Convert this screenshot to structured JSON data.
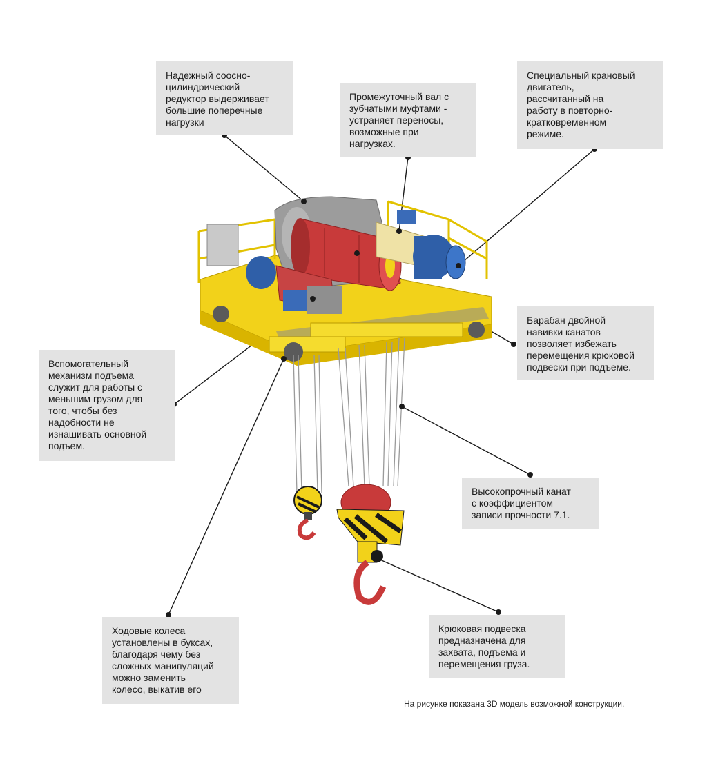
{
  "callouts": {
    "reducer": "Надежный соосно-\nцилиндрический\nредуктор выдерживает\nбольшие поперечные\nнагрузки",
    "shaft": "Промежуточный вал с\nзубчатыми муфтами -\nустраняет переносы,\nвозможные при\nнагрузках.",
    "motor": "Специальный крановый\nдвигатель,\nрассчитанный на\nработу в повторно-\nкратковременном\nрежиме.",
    "drum": "Барабан двойной\nнавивки канатов\nпозволяет избежать\nперемещения крюковой\nподвески при подъеме.",
    "aux_hoist": "Вспомогательный\nмеханизм подъема\nслужит для работы с\nменьшим грузом для\nтого, чтобы без\nнадобности не\nизнашивать основной\nподъем.",
    "rope": "Высокопрочный канат\nс коэффициентом\nзаписи прочности 7.1.",
    "wheels": "Ходовые колеса\nустановлены в буксах,\nблагодаря чему без\nсложных манипуляций\nможно заменить\nколесо, выкатив его",
    "hook": "Крюковая подвеска\nпредназначена для\nзахвата, подъема и\nперемещения груза."
  },
  "footnote": "На рисунке показана 3D модель возможной конструкции.",
  "colors": {
    "callout_bg": "#e3e3e3",
    "frame_yellow": "#f2d21a",
    "drum_red": "#c83a3a",
    "motor_blue": "#2f5fa8",
    "hazard_black": "#1a1a1a"
  }
}
